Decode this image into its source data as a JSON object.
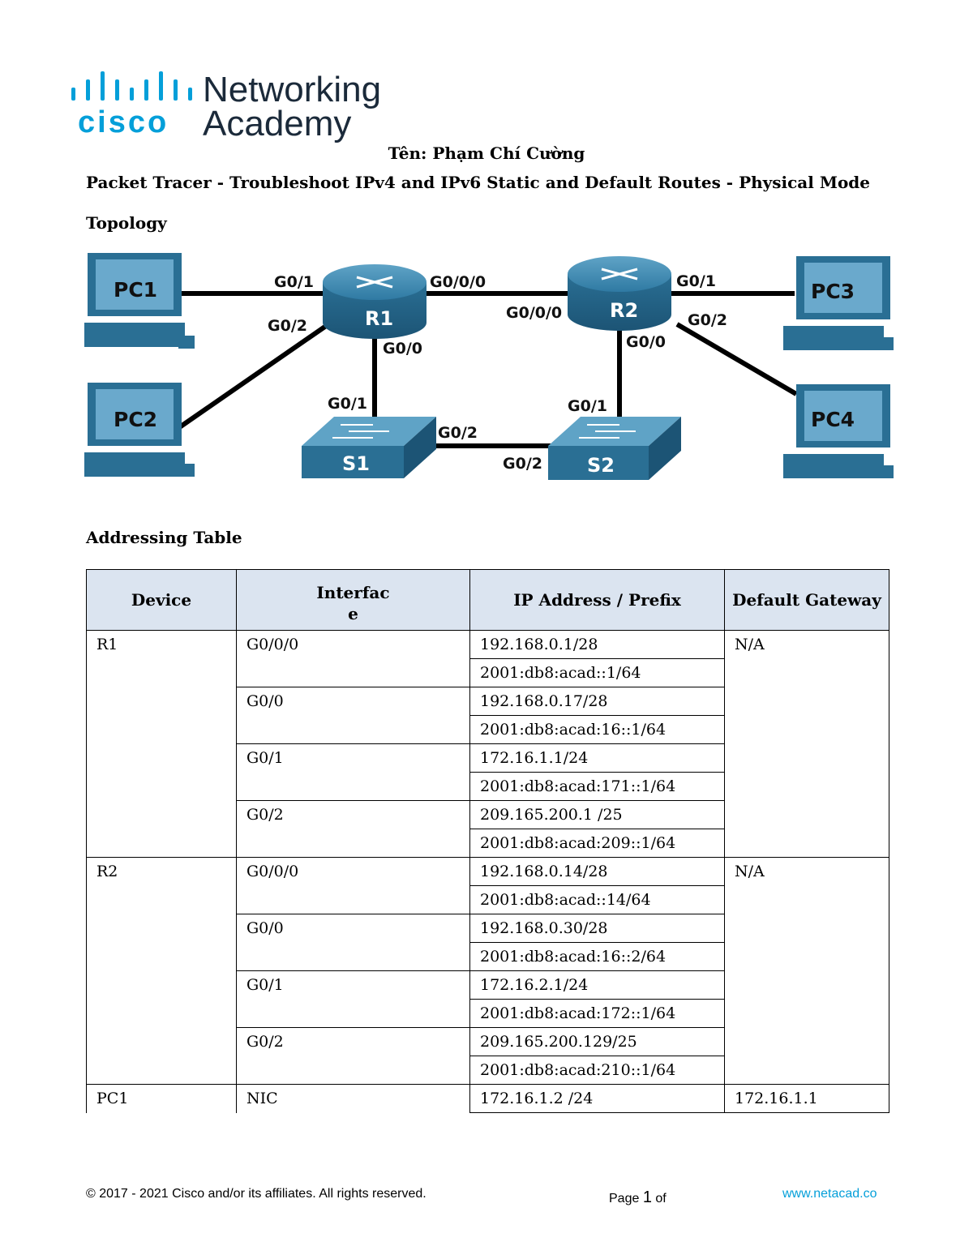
{
  "brand": {
    "line1": "Networking",
    "line2": "Academy",
    "cisco": "cisco",
    "color": "#049fd9"
  },
  "header": {
    "name": "Tên: Phạm Chí Cường",
    "title": "Packet Tracer - Troubleshoot IPv4 and IPv6 Static and Default Routes - Physical Mode",
    "topology_heading": "Topology",
    "addressing_heading": "Addressing Table"
  },
  "topology": {
    "devices": {
      "pc1": "PC1",
      "pc2": "PC2",
      "pc3": "PC3",
      "pc4": "PC4",
      "r1": "R1",
      "r2": "R2",
      "s1": "S1",
      "s2": "S2"
    },
    "ports": {
      "r1_g01": "G0/1",
      "r1_g02": "G0/2",
      "r1_g000": "G0/0/0",
      "r1_g00": "G0/0",
      "r2_g000": "G0/0/0",
      "r2_g01": "G0/1",
      "r2_g02": "G0/2",
      "r2_g00": "G0/0",
      "s1_g01": "G0/1",
      "s1_g02": "G0/2",
      "s2_g01": "G0/1",
      "s2_g02": "G0/2"
    }
  },
  "table": {
    "headers": {
      "device": "Device",
      "interface": "Interfac\ne",
      "ip": "IP Address / Prefix",
      "gateway": "Default Gateway"
    },
    "rows": [
      {
        "device": "R1",
        "gateway": "N/A",
        "interfaces": [
          {
            "name": "G0/0/0",
            "ips": [
              "192.168.0.1/28",
              "2001:db8:acad::1/64"
            ]
          },
          {
            "name": "G0/0",
            "ips": [
              "192.168.0.17/28",
              "2001:db8:acad:16::1/64"
            ]
          },
          {
            "name": "G0/1",
            "ips": [
              "172.16.1.1/24",
              "2001:db8:acad:171::1/64"
            ]
          },
          {
            "name": "G0/2",
            "ips": [
              "209.165.200.1 /25",
              "2001:db8:acad:209::1/64"
            ]
          }
        ]
      },
      {
        "device": "R2",
        "gateway": "N/A",
        "interfaces": [
          {
            "name": "G0/0/0",
            "ips": [
              "192.168.0.14/28",
              "2001:db8:acad::14/64"
            ]
          },
          {
            "name": "G0/0",
            "ips": [
              "192.168.0.30/28",
              "2001:db8:acad:16::2/64"
            ]
          },
          {
            "name": "G0/1",
            "ips": [
              "172.16.2.1/24",
              "2001:db8:acad:172::1/64"
            ]
          },
          {
            "name": "G0/2",
            "ips": [
              "209.165.200.129/25",
              "2001:db8:acad:210::1/64"
            ]
          }
        ]
      }
    ],
    "pc1": {
      "device": "PC1",
      "interface": "NIC",
      "ip": "172.16.1.2 /24",
      "gateway": "172.16.1.1"
    }
  },
  "footer": {
    "copyright": "© 2017 - 2021 Cisco and/or its affiliates. All rights reserved.",
    "page_prefix": "Page",
    "page_num": "1",
    "page_suffix": "of",
    "url": "www.netacad.co"
  }
}
